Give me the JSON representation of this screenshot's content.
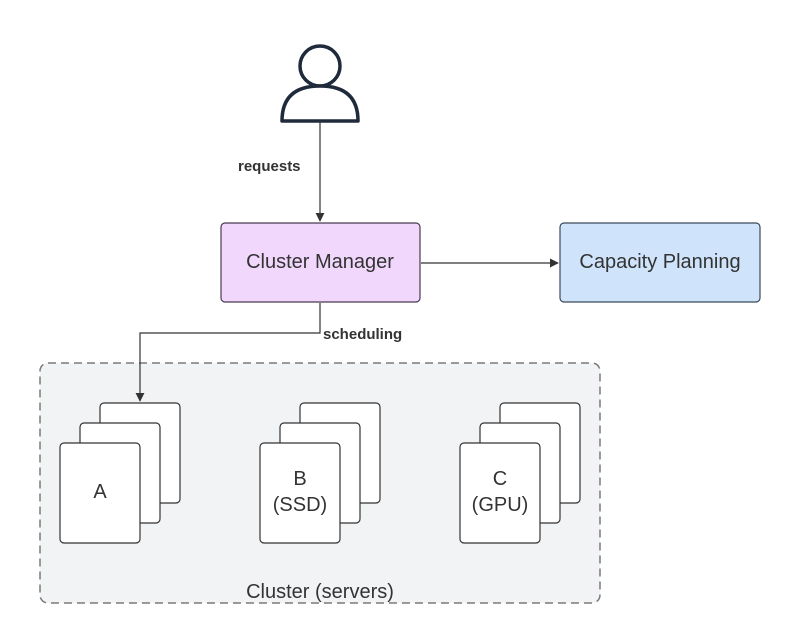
{
  "diagram": {
    "user": {
      "icon": "person-icon"
    },
    "edges": {
      "requests": "requests",
      "scheduling": "scheduling"
    },
    "nodes": {
      "cluster_manager": {
        "label": "Cluster Manager",
        "fill": "#f2d7fd",
        "stroke": "#4a3a52"
      },
      "capacity_planning": {
        "label": "Capacity Planning",
        "fill": "#cfe4fb",
        "stroke": "#3b4a5a"
      }
    },
    "cluster": {
      "label": "Cluster (servers)",
      "fill": "#f2f3f5",
      "stroke": "#7a7a7a",
      "servers": [
        {
          "line1": "A",
          "line2": ""
        },
        {
          "line1": "B",
          "line2": "(SSD)"
        },
        {
          "line1": "C",
          "line2": "(GPU)"
        }
      ]
    },
    "colors": {
      "line": "#333333",
      "icon": "#1f2a3a"
    }
  }
}
